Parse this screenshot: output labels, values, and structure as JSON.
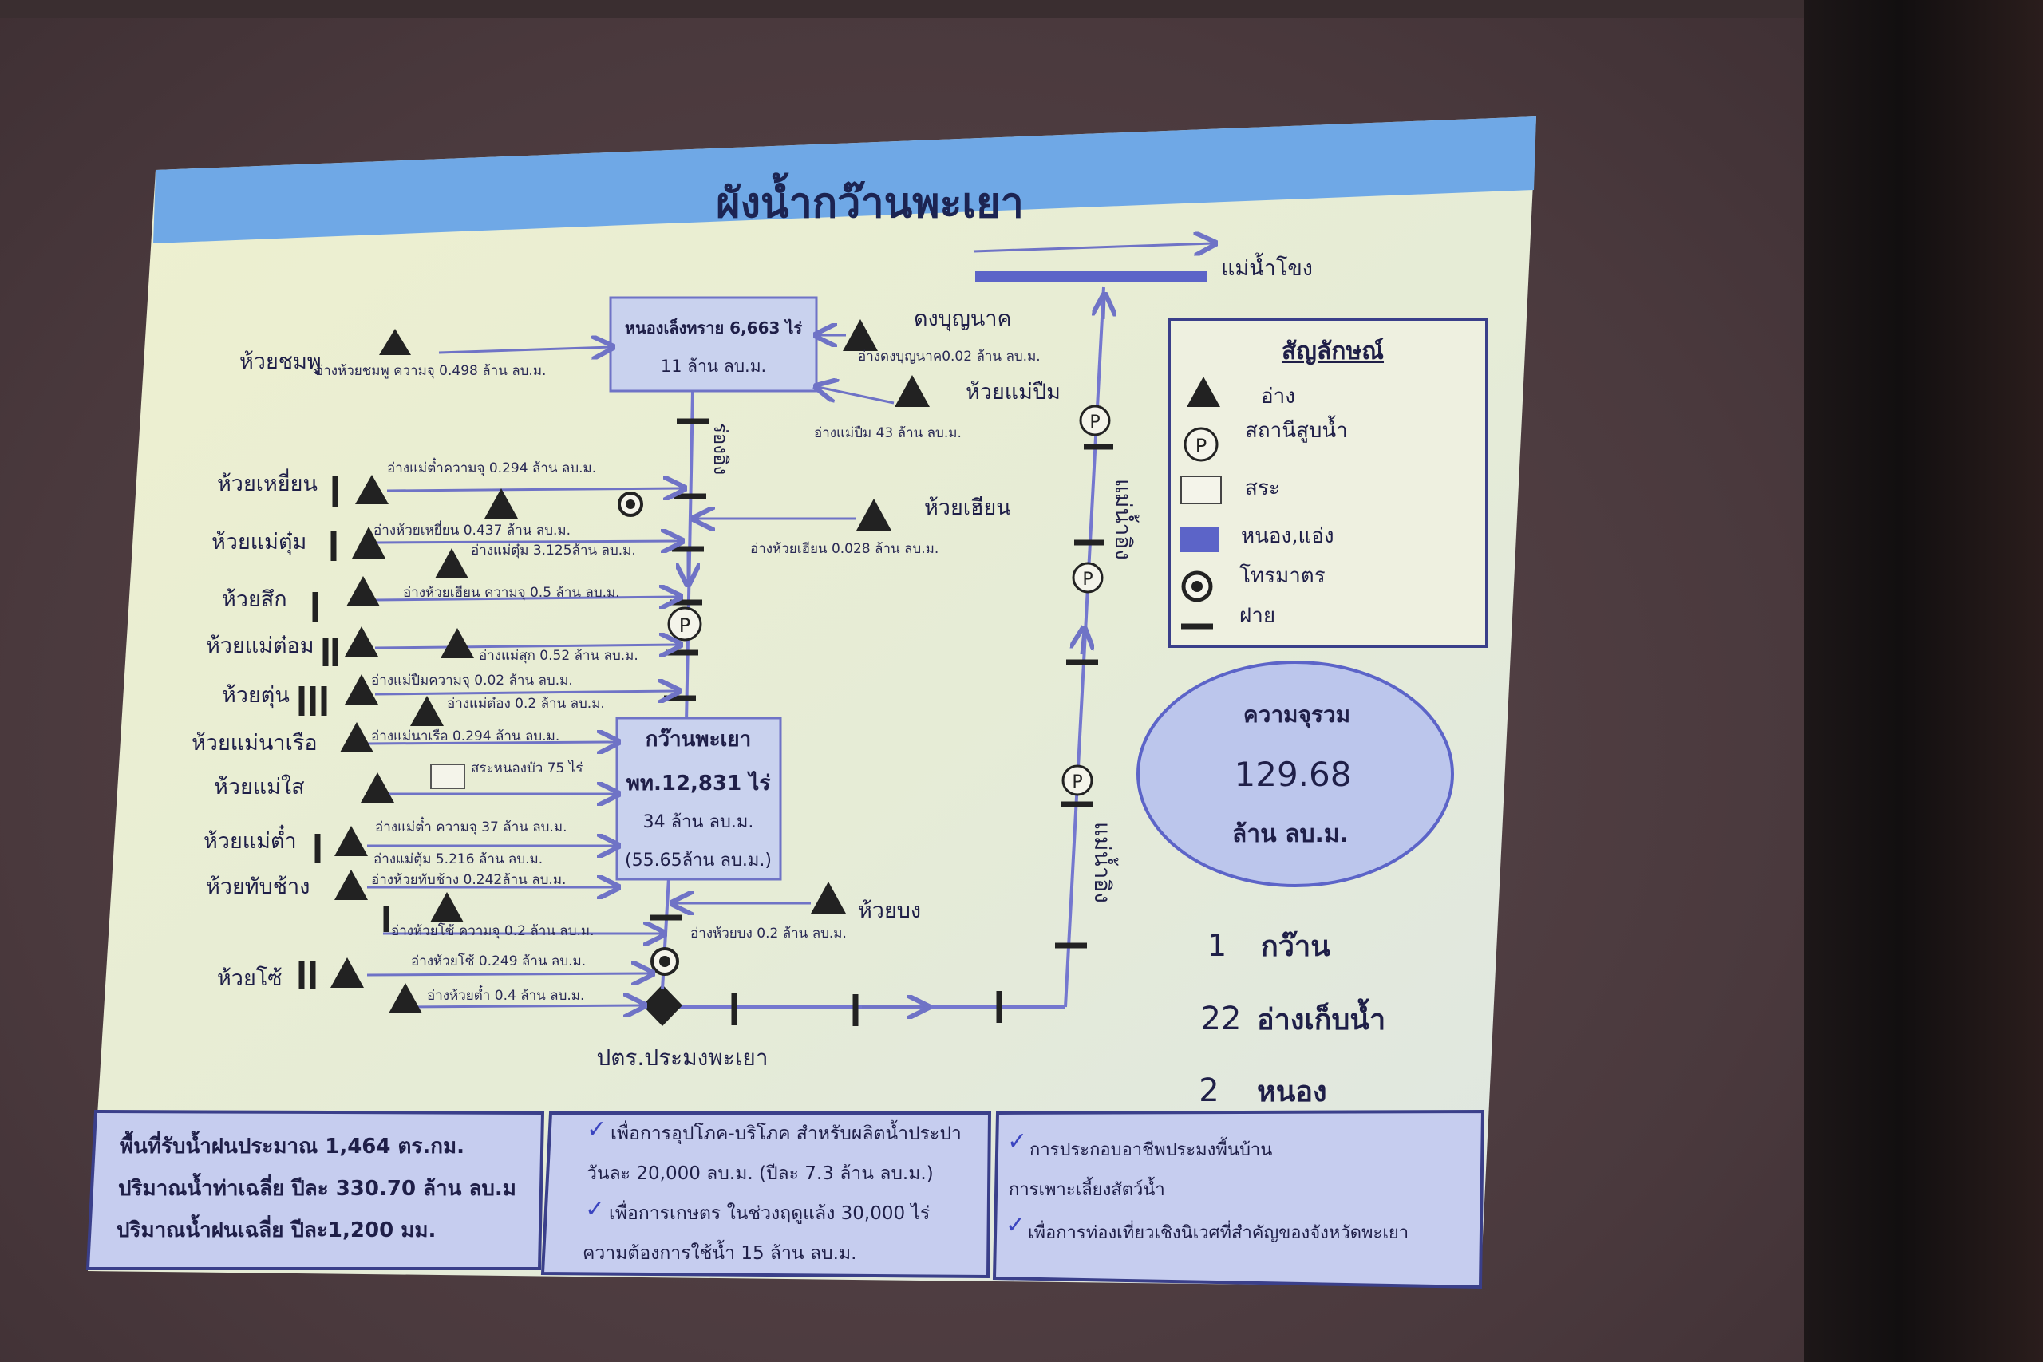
{
  "slide": {
    "title": "ผังน้ำกว๊านพะเยา",
    "river_top": "แม่น้ำโขง",
    "river_right_upper": "แม่น้ำอิง",
    "river_right_lower": "แม่น้ำอิง",
    "channel_vertical": "ร่องอิง",
    "outlet_label": "ปตร.ประมงพะเยา"
  },
  "boxes": {
    "nong_leng_sai": {
      "line1": "หนองเล็งทราย 6,663 ไร่",
      "line2": "11 ล้าน ลบ.ม."
    },
    "kwan_phayao": {
      "line1": "กว๊านพะเยา",
      "line2": "พท.12,831 ไร่",
      "line3": "34 ล้าน ลบ.ม.",
      "line4": "(55.65ล้าน ลบ.ม.)"
    }
  },
  "left_streams": [
    {
      "name": "ห้วยชมพู",
      "note": "อ่างห้วยชมพู ความจุ 0.498 ล้าน ลบ.ม."
    },
    {
      "name": "ห้วยเหยี่ยน",
      "note": "อ่างแม่ต๋ำความจุ 0.294 ล้าน ลบ.ม."
    },
    {
      "name": "ห้วยแม่ตุ๋ม",
      "note": "อ่างห้วยเหยี่ยน 0.437 ล้าน ลบ.ม."
    },
    {
      "name": "ห้วยสึก",
      "note": "อ่างแม่ตุ๋ม 3.125ล้าน ลบ.ม."
    },
    {
      "name": "ห้วยแม่ต๋อม",
      "note": "อ่างห้วยเฮียน ความจุ 0.5 ล้าน ลบ.ม."
    },
    {
      "name": "ห้วยตุ่น",
      "note": "อ่างแม่สุก 0.52 ล้าน ลบ.ม."
    },
    {
      "name": "ห้วยแม่นาเรือ",
      "note": "อ่างแม่ปืมความจุ 0.02 ล้าน ลบ.ม."
    },
    {
      "name": "ห้วยแม่ใส",
      "note": "อ่างแม่ต๋อง 0.2 ล้าน ลบ.ม."
    },
    {
      "name": "ห้วยแม่ต๋ำ",
      "note": "อ่างแม่นาเรือ 0.294 ล้าน ลบ.ม."
    },
    {
      "name": "ห้วยทับช้าง",
      "note": "อ่างแม่ต๋ำ ความจุ 37 ล้าน ลบ.ม."
    },
    {
      "name": "ห้วยโซ้",
      "note": "อ่างแม่ตุ้ม 5.216 ล้าน ลบ.ม."
    }
  ],
  "extra_notes": {
    "n_tubchang": "อ่างห้วยทับช้าง 0.242ล้าน ลบ.ม.",
    "n_soh": "อ่างห้วยโซ้ ความจุ 0.2 ล้าน ลบ.ม.",
    "n_soh2": "อ่างห้วยโซ้ 0.249 ล้าน ลบ.ม.",
    "n_tam": "อ่างห้วยต๋ำ 0.4 ล้าน ลบ.ม.",
    "nong_bua": "สระหนองบัว 75 ไร่"
  },
  "right_streams": {
    "dong_bunnak": "ดงบุญนาค",
    "dong_bunnak_note": "อ่างดงบุญนาค0.02 ล้าน ลบ.ม.",
    "huai_mae_puem": "ห้วยแม่ปืม",
    "mae_puem_note": "อ่างแม่ปืม 43 ล้าน ลบ.ม.",
    "huai_hian": "ห้วยเฮียน",
    "hian_note": "อ่างห้วยเฮียน 0.028 ล้าน ลบ.ม.",
    "huai_bong": "ห้วยบง",
    "bong_note": "อ่างห้วยบง 0.2 ล้าน ลบ.ม."
  },
  "legend": {
    "title": "สัญลักษณ์",
    "items": [
      "อ่าง",
      "สถานีสูบน้ำ",
      "สระ",
      "หนอง,แอ่ง",
      "โทรมาตร",
      "ฝาย"
    ]
  },
  "capacity": {
    "label": "ความจุรวม",
    "value": "129.68",
    "unit": "ล้าน ลบ.ม."
  },
  "counts": [
    {
      "num": "1",
      "label": "กว๊าน"
    },
    {
      "num": "22",
      "label": "อ่างเก็บน้ำ"
    },
    {
      "num": "2",
      "label": "หนอง"
    }
  ],
  "footer": {
    "col1": [
      "พื้นที่รับน้ำฝนประมาณ 1,464 ตร.กม.",
      "ปริมาณน้ำท่าเฉลี่ย ปีละ 330.70 ล้าน ลบ.ม",
      "ปริมาณน้ำฝนเฉลี่ย ปีละ1,200 มม."
    ],
    "col2": [
      "เพื่อการอุปโภค-บริโภค สำหรับผลิตน้ำประปา",
      "วันละ 20,000 ลบ.ม. (ปีละ 7.3 ล้าน ลบ.ม.)",
      "เพื่อการเกษตร ในช่วงฤดูแล้ง 30,000 ไร่",
      "ความต้องการใช้น้ำ 15 ล้าน ลบ.ม."
    ],
    "col3": [
      "การประกอบอาชีพประมงพื้นบ้าน",
      "การเพาะเลี้ยงสัตว์น้ำ",
      "เพื่อการท่องเที่ยวเชิงนิเวศที่สำคัญของจังหวัดพะเยา"
    ]
  },
  "colors": {
    "slide_bg": "#eef0cf",
    "header_blue": "#6fa8e6",
    "box_fill": "#c9d2ee",
    "line_blue": "#6f73c6",
    "lake_blue": "#5c64c8",
    "ellipse_fill": "#bcc6ec",
    "footer_fill": "#c6cdef"
  }
}
